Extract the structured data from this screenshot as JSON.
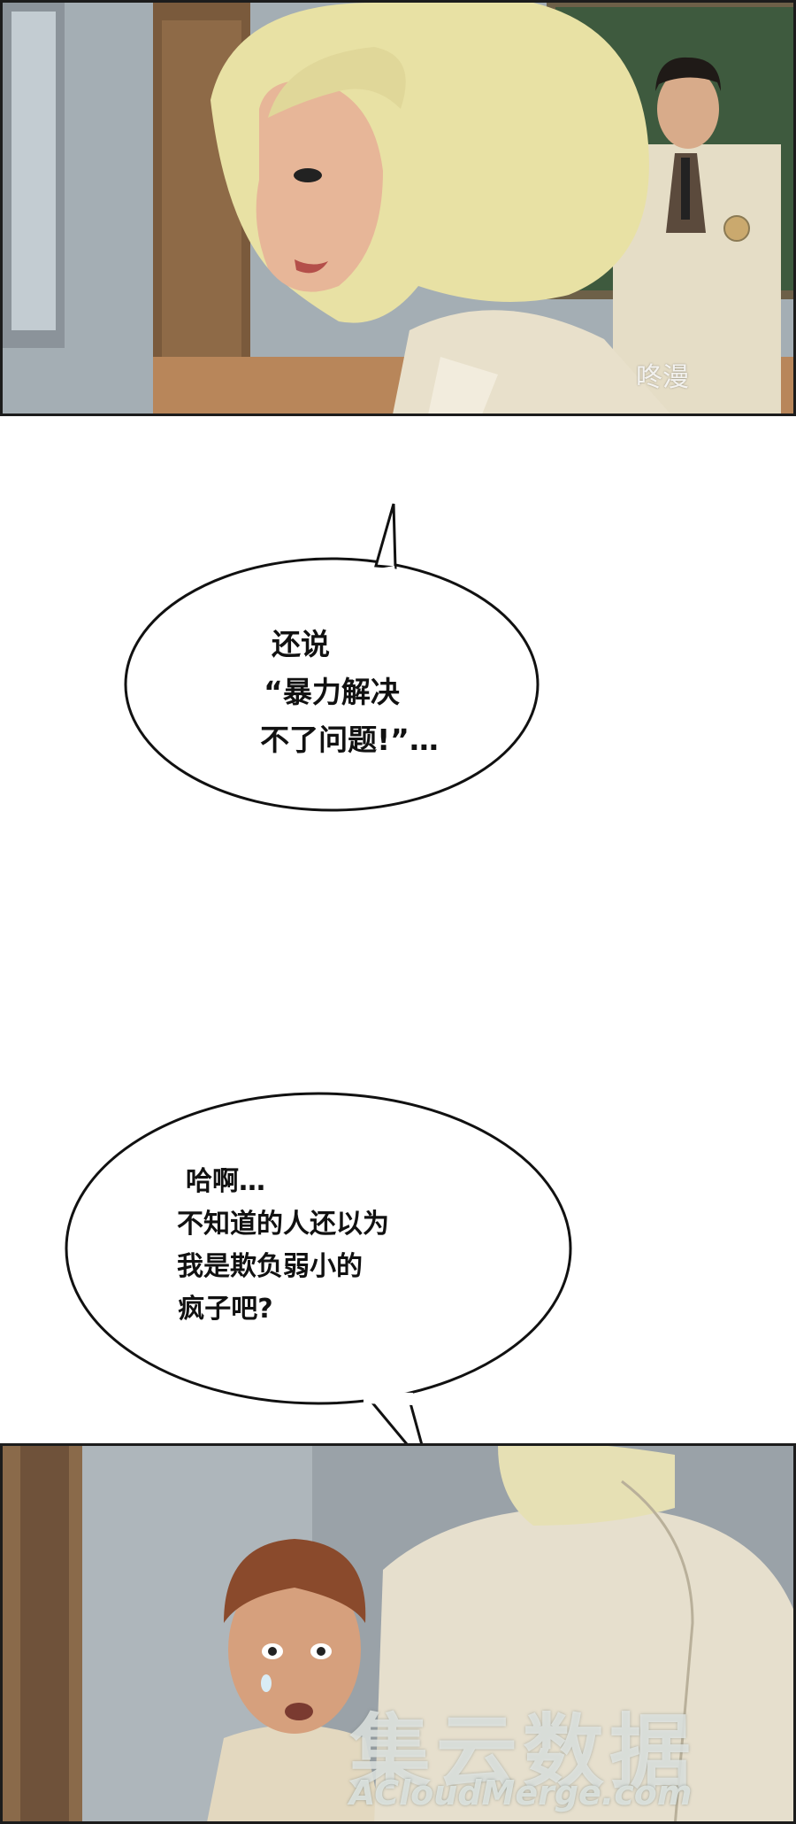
{
  "comic": {
    "bubble1": {
      "lines": [
        "还说",
        "“暴力解决",
        "不了问题!”…"
      ]
    },
    "bubble2": {
      "lines": [
        "哈啊…",
        "不知道的人还以为",
        "我是欺负弱小的",
        "疯子吧?"
      ]
    },
    "watermarks": {
      "corner_logo": "咚漫",
      "site_cn": "集云数据",
      "site_en": "ACloudMerge.com"
    }
  }
}
